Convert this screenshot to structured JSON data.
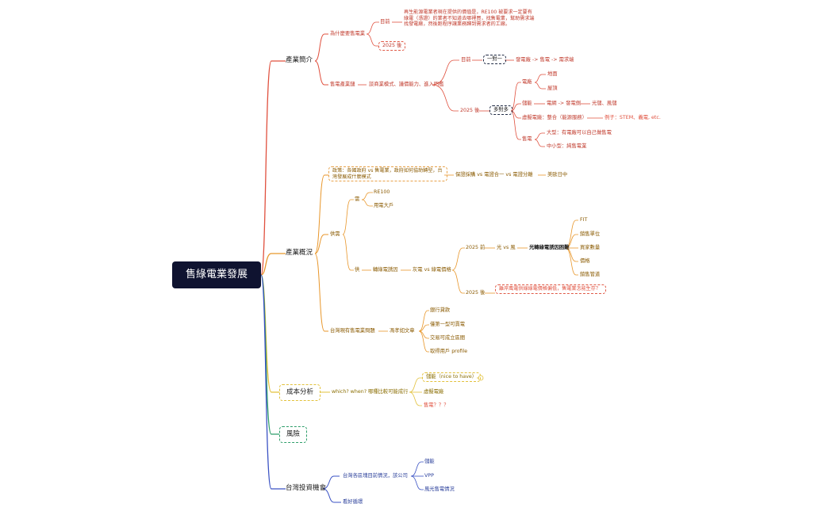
{
  "root": "售綠電業發展",
  "b1": {
    "title": "產業簡介",
    "why": "為什麼要售電業",
    "now": "目前",
    "now_text": "再生能源電業者現在提供的價值是，RE100 被要求一定要有綠電（憑證）的業者不知道去哪裡買，找售電業，幫助需求端找發電廠，然後跑程序讓業務歸到需求者的工廠。",
    "after": "2025 後",
    "chain": "售電產業鏈",
    "chain_desc": "談商業模式、議價能力、進入門檻",
    "c_now": "目前",
    "one": "一對一",
    "one_flow": "發電廠 -> 售電 -> 需求端",
    "c_after": "2025 後",
    "many": "多對多",
    "plant": "電廠",
    "land": "地面",
    "roof": "屋頂",
    "storage": "儲能",
    "grid": "電網 -> 發電側",
    "storage_r": "光儲、風儲",
    "vpp": "虛擬電廠：整合（能源服務）",
    "vpp_ex": "例子：STEM、義電, etc.",
    "sell": "售電",
    "big": "大型：有電廠可以自己做售電",
    "small": "中小型：純售電業"
  },
  "b2": {
    "title": "產業概況",
    "policy": "政策：各國政府 vs 售電業，政府如何協助轉型，台灣發展成什麼模式",
    "policy_r": "保證採購 vs 電證合一 vs 電證分離",
    "us": "美歐日中",
    "supply": "供需",
    "demand": "需",
    "re100": "RE100",
    "bigu": "用電大戶",
    "sup": "供",
    "diff": "轉綠電誘因",
    "gap": "灰電 vs 綠電價格",
    "before": "2025 前",
    "sv": "光 vs 風",
    "solar": "光轉綠電誘因困難",
    "fit": "FIT",
    "unit": "銷售單位",
    "buyers": "買家數量",
    "price": "價格",
    "channel": "銷售管道",
    "after": "2025 後",
    "after_r": "離岸風電供綠綠電價格偏低，售電業怎能生存？",
    "tw": "台灣現有售電業問題",
    "tiger": "馮孝如文章",
    "bank": "銀行貸款",
    "only": "僅第一型可賣電",
    "trade": "交易可成立區間",
    "profile": "取得用戶 profile"
  },
  "b3": {
    "title": "成本分析",
    "which": "which? when? 哪種比較可能成行",
    "storage": "儲能（nice to have）",
    "vpp": "虛擬電廠",
    "sell": "售電？？？"
  },
  "b4": {
    "title": "風險"
  },
  "b5": {
    "title": "台灣投資機會",
    "co": "台灣各區塊目前情況，該公司",
    "s1": "儲能",
    "s2": "VPP",
    "s3": "風光售電情況",
    "pick": "看好循環"
  }
}
